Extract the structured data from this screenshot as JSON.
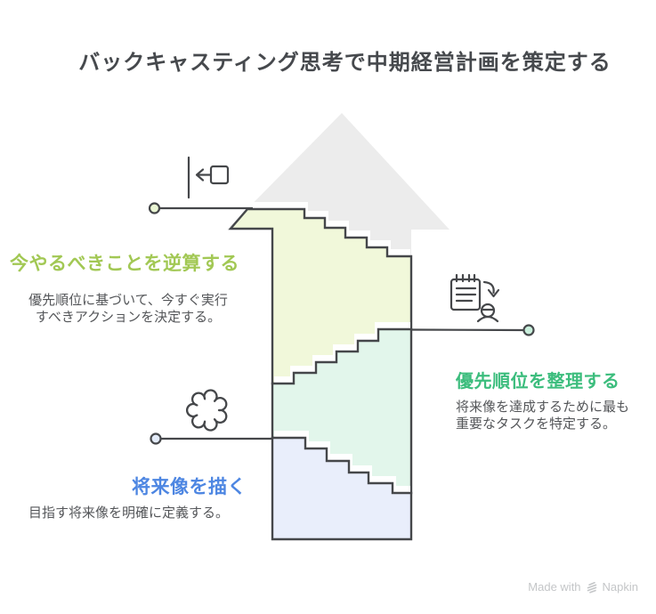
{
  "title": "バックキャスティング思考で中期経営計画を策定する",
  "steps": [
    {
      "heading": "今やるべきことを逆算する",
      "lines": [
        "優先順位に基づいて、今すぐ実行",
        "すべきアクションを決定する。"
      ],
      "accent": "#a2c854",
      "band_fill": "#f1f8da",
      "dot_fill": "#eaf6d4"
    },
    {
      "heading": "優先順位を整理する",
      "lines": [
        "将来像を達成するために最も",
        "重要なタスクを特定する。"
      ],
      "accent": "#3cbd7d",
      "band_fill": "#e2f6eb",
      "dot_fill": "#c9efdc"
    },
    {
      "heading": "将来像を描く",
      "lines": [
        "目指す将来像を明確に定義する。"
      ],
      "accent": "#4d86e2",
      "band_fill": "#e9eefb",
      "dot_fill": "#e3ebf9"
    }
  ],
  "colors": {
    "outline": "#45474a",
    "arrow_fill": "#ececec",
    "bevel": "#ffffff",
    "body_text": "#545659",
    "title_text": "#46494d",
    "watermark": "#c4c6c8"
  },
  "icons": [
    "backcast-arrow-icon",
    "task-assignment-icon",
    "cloud-icon"
  ],
  "footer": {
    "made_with": "Made with",
    "brand": "Napkin"
  }
}
